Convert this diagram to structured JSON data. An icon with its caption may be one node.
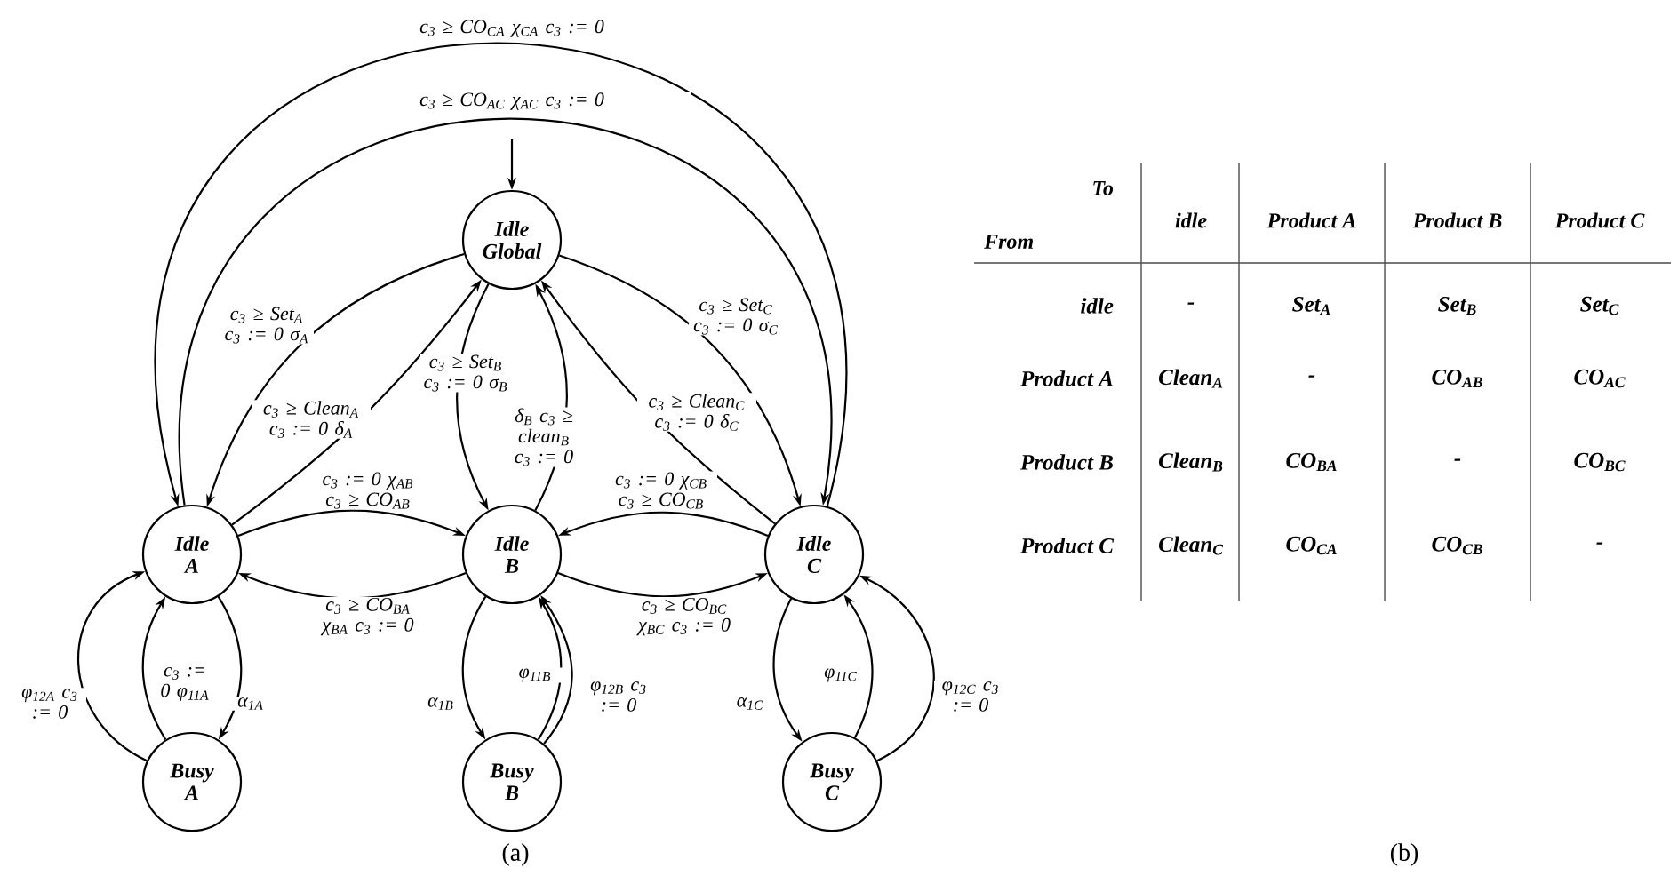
{
  "diagram": {
    "nodes": [
      {
        "text": [
          "Idle Global"
        ]
      },
      {
        "text": [
          "Idle A"
        ]
      },
      {
        "text": [
          "Idle B"
        ]
      },
      {
        "text": [
          "Idle C"
        ]
      },
      {
        "text": [
          "Busy A"
        ]
      },
      {
        "text": [
          "Busy B"
        ]
      },
      {
        "text": [
          "Busy C"
        ]
      }
    ],
    "edges": [
      {
        "from": null,
        "to": 0,
        "arrow": "to"
      },
      {
        "from": 3,
        "to": 1,
        "arrow": "to",
        "label": "c$_{3}$ ≥ CO$_{CA}$   χ$_{CA}$   c$_{3}$ := 0"
      },
      {
        "from": 1,
        "to": 3,
        "arrow": "to",
        "label": "c$_{3}$ ≥ CO$_{AC}$   χ$_{AC}$   c$_{3}$ := 0"
      },
      {
        "from": 0,
        "to": 1,
        "arrow": "to",
        "label": "c$_{3}$ ≥ Set$_{A}$ c$_{3}$ := 0 σ$_{A}$"
      },
      {
        "from": 1,
        "to": 0,
        "arrow": "to",
        "label": "c$_{3}$ ≥ Clean$_{A}$ c$_{3}$ := 0 δ$_{A}$"
      },
      {
        "from": 0,
        "to": 2,
        "arrow": "to",
        "label": "c$_{3}$ ≥ Set$_{B}$ c$_{3}$ := 0 σ$_{B}$"
      },
      {
        "from": 2,
        "to": 0,
        "arrow": "to",
        "label": "δ$_{B}$ c$_{3}$ ≥ clean$_{B}$ c$_{3}$ := 0"
      },
      {
        "from": 0,
        "to": 3,
        "arrow": "to",
        "label": "c$_{3}$ ≥ Set$_{C}$ c$_{3}$ := 0 σ$_{C}$"
      },
      {
        "from": 3,
        "to": 0,
        "arrow": "to",
        "label": "c$_{3}$ ≥ Clean$_{C}$ c$_{3}$ := 0 δ$_{C}$"
      },
      {
        "from": 1,
        "to": 2,
        "arrow": "to",
        "label": "c$_{3}$ := 0 χ$_{AB}$ c$_{3}$ ≥ CO$_{AB}$"
      },
      {
        "from": 2,
        "to": 1,
        "arrow": "to",
        "label": "c$_{3}$ ≥ CO$_{BA}$ χ$_{BA}$ c$_{3}$ := 0"
      },
      {
        "from": 3,
        "to": 2,
        "arrow": "to",
        "label": "c$_{3}$ := 0 χ$_{CB}$ c$_{3}$ ≥ CO$_{CB}$"
      },
      {
        "from": 2,
        "to": 3,
        "arrow": "to",
        "label": "c$_{3}$ ≥ CO$_{BC}$ χ$_{BC}$ c$_{3}$ := 0"
      },
      {
        "from": 1,
        "to": 4,
        "arrow": "to",
        "label": "α$_{1A}$"
      },
      {
        "from": 4,
        "to": 1,
        "arrow": "to",
        "label": "c$_{3}$ := 0 φ$_{11A}$"
      },
      {
        "from": 4,
        "to": 1,
        "arrow": "to",
        "label": "φ$_{12A}$ c$_{3}$ := 0"
      },
      {
        "from": 2,
        "to": 5,
        "arrow": "to",
        "label": "α$_{1B}$"
      },
      {
        "from": 5,
        "to": 2,
        "arrow": "to",
        "label": "φ$_{11B}$"
      },
      {
        "from": 5,
        "to": 2,
        "arrow": "to",
        "label": "φ$_{12B}$ c$_{3}$ := 0"
      },
      {
        "from": 3,
        "to": 6,
        "arrow": "to",
        "label": "α$_{1C}$"
      },
      {
        "from": 6,
        "to": 3,
        "arrow": "to",
        "label": "φ$_{11C}$"
      },
      {
        "from": 6,
        "to": 3,
        "arrow": "to",
        "label": "φ$_{12C}$ c$_{3}$ := 0"
      }
    ],
    "labels": [
      "To",
      "From",
      "idle",
      "Product A",
      "Product B",
      "Product C",
      "idle",
      "-",
      "Set$_{A}$",
      "Set$_{B}$",
      "Set$_{C}$",
      "Product A",
      "Clean$_{A}$",
      "-",
      "CO$_{AB}$",
      "CO$_{AC}$",
      "Product B",
      "Clean$_{B}$",
      "CO$_{BA}$",
      "-",
      "CO$_{BC}$",
      "Product C",
      "Clean$_{C}$",
      "CO$_{CA}$",
      "CO$_{CB}$",
      "-",
      "(a)",
      "(b)"
    ]
  }
}
